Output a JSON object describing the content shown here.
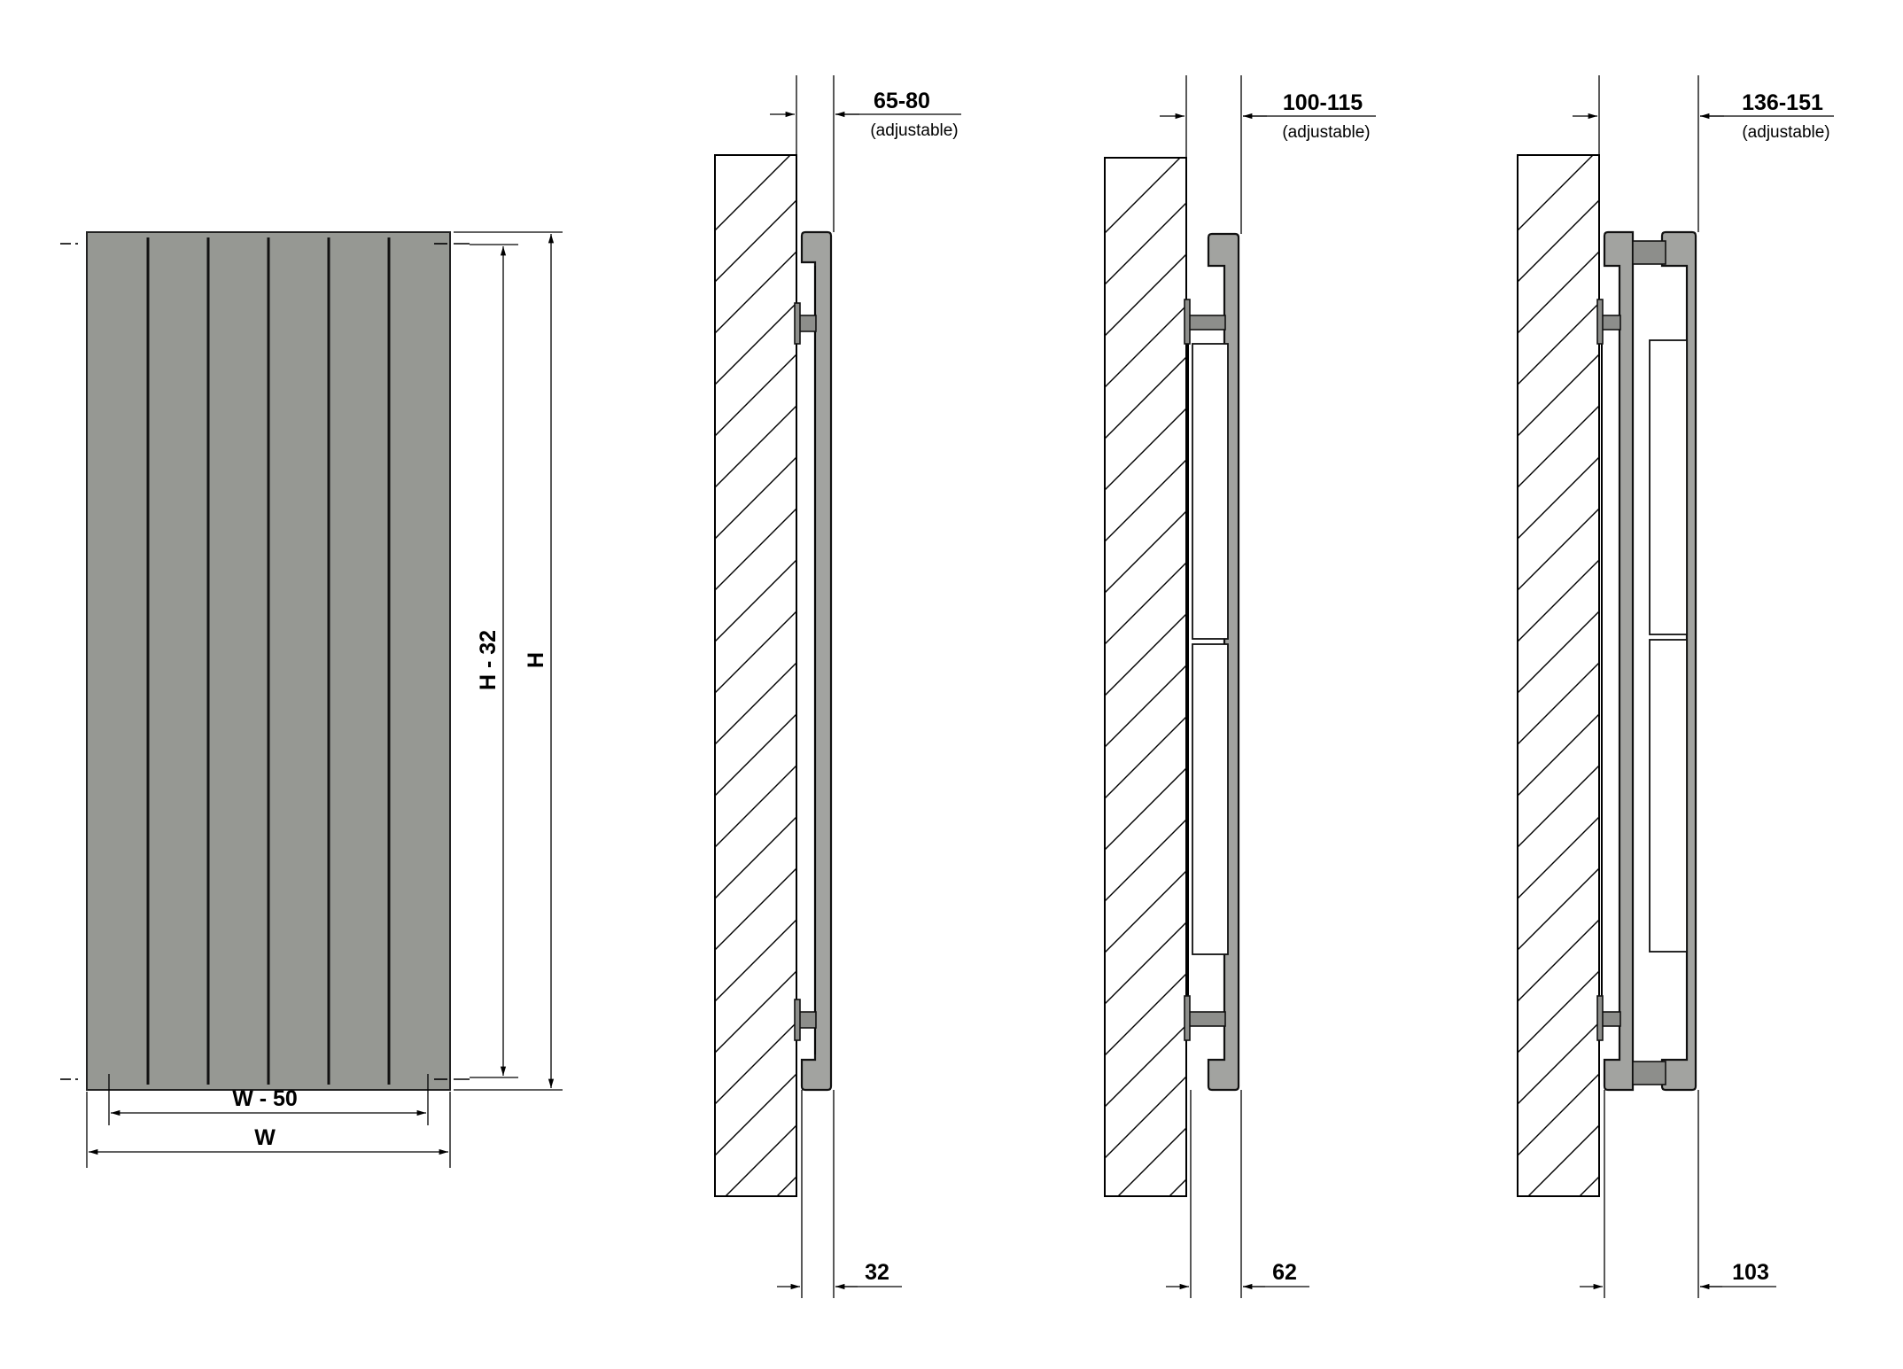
{
  "front_view": {
    "height_label": "H",
    "inner_height_label": "H - 32",
    "width_label": "W",
    "inner_width_label": "W - 50",
    "panel_color": "#969893"
  },
  "side_views": [
    {
      "wall_gap": "65-80",
      "wall_gap_note": "(adjustable)",
      "depth": "32"
    },
    {
      "wall_gap": "100-115",
      "wall_gap_note": "(adjustable)",
      "depth": "62"
    },
    {
      "wall_gap": "136-151",
      "wall_gap_note": "(adjustable)",
      "depth": "103"
    }
  ]
}
